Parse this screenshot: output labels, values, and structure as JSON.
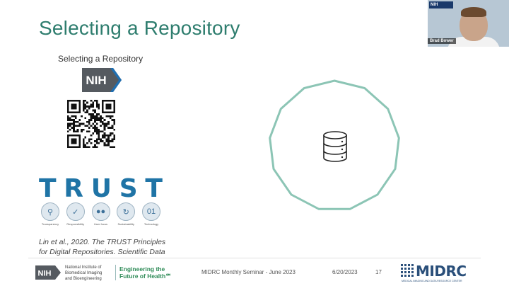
{
  "slide": {
    "title": "Selecting a Repository",
    "subheading": "Selecting a Repository",
    "nih_logo_text": "NIH",
    "trust": {
      "letters": [
        "T",
        "R",
        "U",
        "S",
        "T"
      ],
      "icons": [
        {
          "icon": "magnifier-icon",
          "glyph": "⚲",
          "label": "Transparency"
        },
        {
          "icon": "checkmark-icon",
          "glyph": "✓",
          "label": "Responsibility"
        },
        {
          "icon": "users-icon",
          "glyph": "●●",
          "label": "User focus"
        },
        {
          "icon": "cycle-icon",
          "glyph": "↻",
          "label": "Sustainability"
        },
        {
          "icon": "binary-icon",
          "glyph": "01",
          "label": "Technology"
        }
      ]
    },
    "citation_line1": "Lin et al., 2020. The TRUST Principles",
    "citation_line2": "for Digital Repositories. Scientific Data",
    "accent_color": "#2e7d6e",
    "polygon_color": "#8cc5b5"
  },
  "footer": {
    "nih_text": "NIH",
    "institute_line1": "National Institute of",
    "institute_line2": "Biomedical Imaging",
    "institute_line3": "and Bioengineering",
    "tagline_line1": "Engineering the",
    "tagline_line2": "Future of Health℠",
    "seminar": "MIDRC Monthly Seminar - June 2023",
    "date": "6/20/2023",
    "page": "17",
    "midrc_text": "MIDRC",
    "midrc_sub": "MEDICAL IMAGING AND DATA RESOURCE CENTER"
  },
  "video": {
    "speaker_name": "Brad Bower",
    "logo_text": "NIH"
  }
}
